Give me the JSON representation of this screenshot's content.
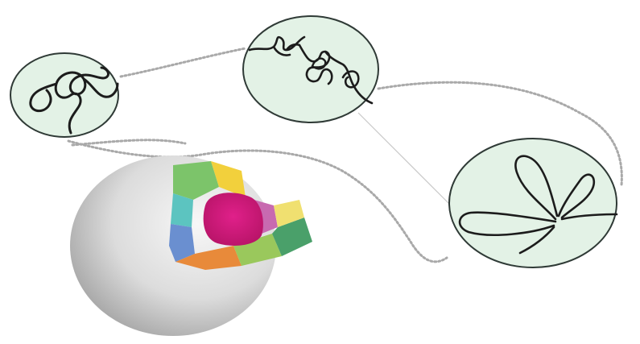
{
  "figure": {
    "colors": {
      "background": "#ffffff",
      "circle_fill": "#e3f2e6",
      "circle_stroke": "#2f3a36",
      "chromatin": "#1c1c1c",
      "dotted_path": "#a9a9a9",
      "cell_light": "#f4f4f4",
      "cell_dark": "#9a9a9a",
      "nucleus_core": "#d41c7c",
      "domain_colors": [
        "#7cc46a",
        "#f2d03c",
        "#6a8fd0",
        "#e88a3a",
        "#5cc4c0",
        "#9ac85c",
        "#c86ab0",
        "#4aa06a",
        "#f0e070"
      ]
    },
    "panels": [
      {
        "name": "chromatin-fiber-loop",
        "kind": "fiber"
      },
      {
        "name": "chromatin-rosette",
        "kind": "rosette"
      },
      {
        "name": "looped-domains",
        "kind": "loops"
      }
    ],
    "labels": []
  }
}
